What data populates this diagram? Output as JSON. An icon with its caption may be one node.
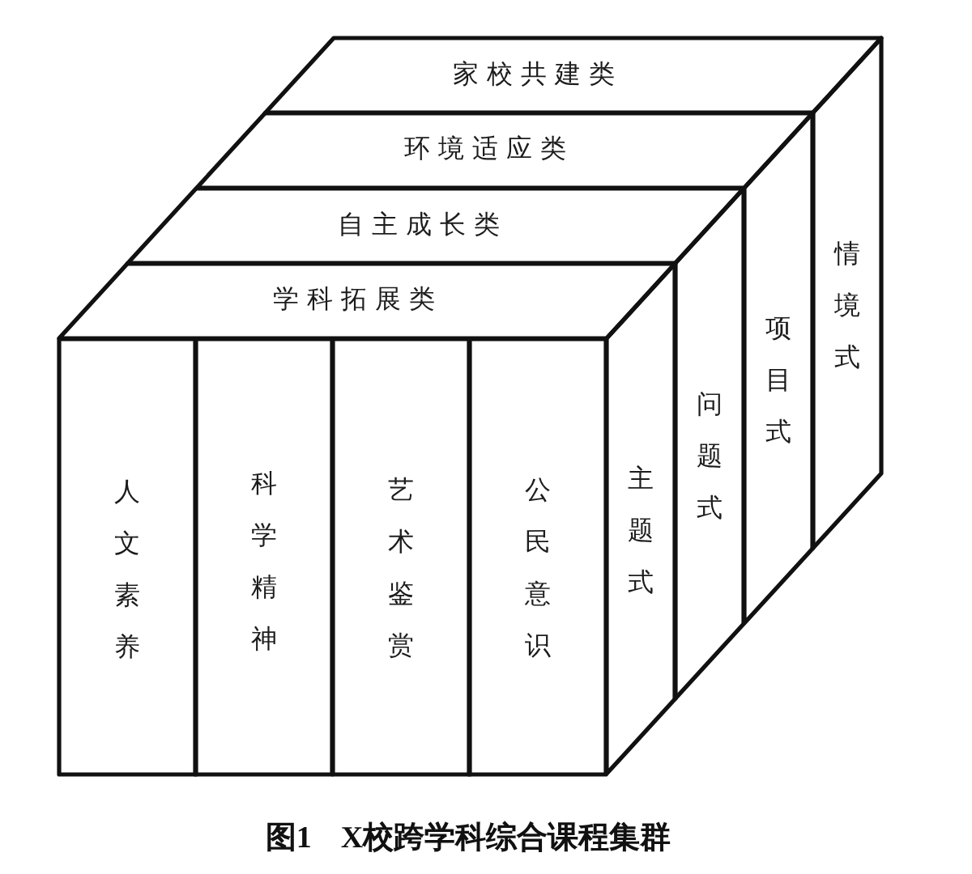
{
  "diagram": {
    "caption": "图1 X校跨学科综合课程集群",
    "nodes": [
      {
        "text": [
          "家校共建类"
        ]
      },
      {
        "text": [
          "环境适应类"
        ]
      },
      {
        "text": [
          "自主成长类"
        ]
      },
      {
        "text": [
          "学科拓展类"
        ]
      },
      {
        "text": [
          "人文素养"
        ]
      },
      {
        "text": [
          "科学精神"
        ]
      },
      {
        "text": [
          "艺术鉴赏"
        ]
      },
      {
        "text": [
          "公民意识"
        ]
      },
      {
        "text": [
          "主题式"
        ]
      },
      {
        "text": [
          "问题式"
        ]
      },
      {
        "text": [
          "项目式"
        ]
      },
      {
        "text": [
          "情境式"
        ]
      }
    ]
  }
}
